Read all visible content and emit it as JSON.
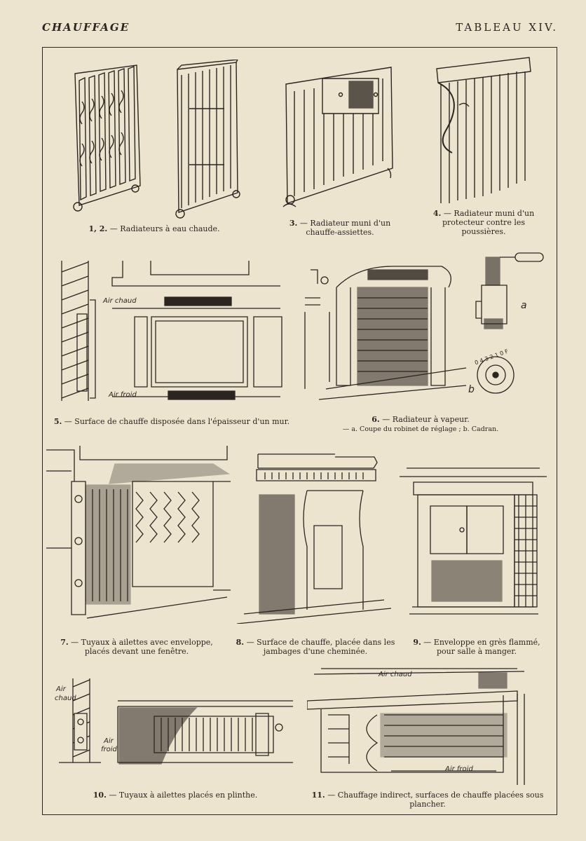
{
  "header": {
    "left": "CHAUFFAGE",
    "right": "TABLEAU XIV."
  },
  "figures": [
    {
      "id": "1-2",
      "caption_num": "1, 2.",
      "caption": "— Radiateurs à eau chaude."
    },
    {
      "id": "3",
      "caption_num": "3.",
      "caption": "— Radiateur muni d'un chauffe-assiettes."
    },
    {
      "id": "4",
      "caption_num": "4.",
      "caption": "— Radiateur muni d'un protecteur contre les poussières."
    },
    {
      "id": "5",
      "caption_num": "5.",
      "caption": "— Surface de chauffe disposée dans l'épaisseur d'un mur."
    },
    {
      "id": "6",
      "caption_num": "6.",
      "caption": "— Radiateur à vapeur.",
      "subcaption": "— a. Coupe du robinet de réglage ; b. Cadran."
    },
    {
      "id": "7",
      "caption_num": "7.",
      "caption": "— Tuyaux à ailettes avec enveloppe, placés devant une fenêtre."
    },
    {
      "id": "8",
      "caption_num": "8.",
      "caption": "— Surface de chauffe, placée dans les jambages d'une cheminée."
    },
    {
      "id": "9",
      "caption_num": "9.",
      "caption": "— Enveloppe en grès flammé, pour salle à manger."
    },
    {
      "id": "10",
      "caption_num": "10.",
      "caption": "— Tuyaux à ailettes placés en plinthe."
    },
    {
      "id": "11",
      "caption_num": "11.",
      "caption": "— Chauffage indirect, surfaces de chauffe placées sous plancher."
    }
  ],
  "labels": {
    "air_chaud": "Air chaud",
    "air_froid": "Air froid",
    "air": "Air",
    "chaud": "chaud",
    "froid": "froid",
    "a": "a",
    "b": "b",
    "dial": "0 4 3 2 1 0 F"
  },
  "colors": {
    "paper": "#ede4cf",
    "ink": "#2b2520"
  }
}
